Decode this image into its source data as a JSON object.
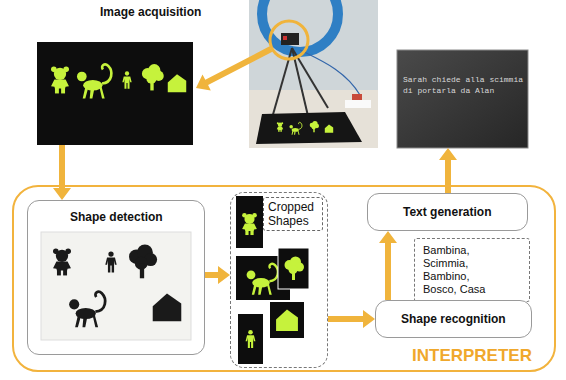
{
  "diagram": {
    "nodes": [
      {
        "text": [
          "Image acquisition"
        ]
      },
      {
        "text": [
          "Sarah chiede alla scimmia di portarla da Alan"
        ]
      },
      {
        "text": [
          "INTERPRETER"
        ]
      },
      {
        "text": [
          "Shape detection"
        ],
        "in": 2
      },
      {
        "text": [
          "Cropped Shapes"
        ],
        "in": 2
      },
      {
        "text": [
          "Text generation"
        ],
        "in": 2
      },
      {
        "text": [
          "Bambina, Scimmia, Bambino, Bosco, Casa"
        ],
        "in": 2
      },
      {
        "text": [
          "Shape recognition"
        ],
        "in": 2
      }
    ],
    "edges": [
      {
        "from": 0,
        "to": 3,
        "arrow": "to"
      },
      {
        "from": 3,
        "to": 4,
        "arrow": "to"
      },
      {
        "from": 4,
        "to": 7,
        "arrow": "to"
      },
      {
        "from": 7,
        "to": 5,
        "arrow": "to"
      },
      {
        "from": 5,
        "to": 1,
        "arrow": "to"
      }
    ]
  }
}
